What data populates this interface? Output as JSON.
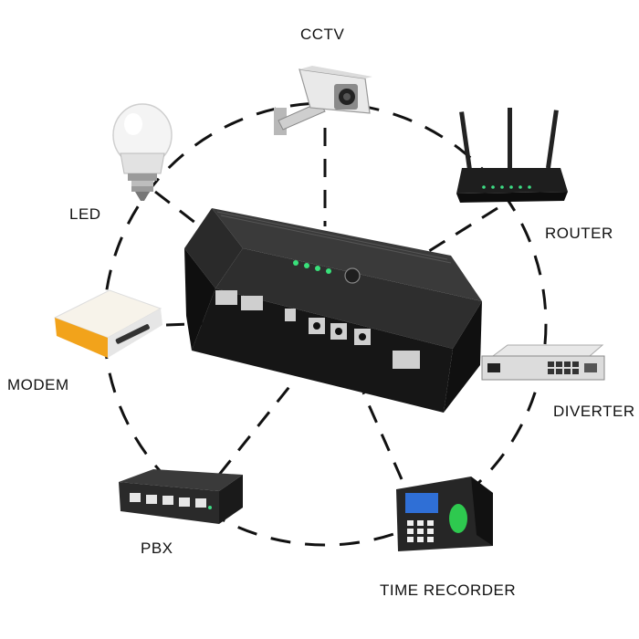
{
  "devices": {
    "cctv": {
      "label": "CCTV",
      "icon": "cctv-camera-icon"
    },
    "led": {
      "label": "LED",
      "icon": "led-bulb-icon"
    },
    "router": {
      "label": "ROUTER",
      "icon": "router-icon"
    },
    "modem": {
      "label": "MODEM",
      "icon": "modem-icon"
    },
    "diverter": {
      "label": "DIVERTER",
      "icon": "diverter-icon"
    },
    "pbx": {
      "label": "PBX",
      "icon": "switch-icon"
    },
    "time_recorder": {
      "label": "TIME RECORDER",
      "icon": "fingerprint-recorder-icon"
    }
  },
  "hub": {
    "icon": "mini-ups-icon"
  },
  "colors": {
    "dash": "#111111",
    "device_body": "#2b2b2b",
    "led_green": "#39e07a",
    "modem_orange": "#f2a31b"
  }
}
